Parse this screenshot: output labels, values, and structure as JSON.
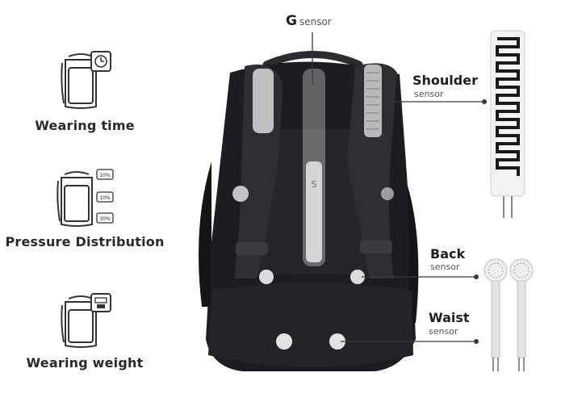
{
  "features": [
    {
      "label": "Wearing time",
      "icon": "clock-icon"
    },
    {
      "label": "Pressure Distribution",
      "icon": "pressure-bubbles-icon",
      "bubbles": [
        "10%",
        "10%",
        "30%"
      ]
    },
    {
      "label": "Wearing weight",
      "icon": "scale-icon"
    }
  ],
  "sensors": {
    "g": {
      "title": "G",
      "sub": "sensor"
    },
    "shoulder": {
      "title": "Shoulder",
      "sub": "sensor"
    },
    "back": {
      "title": "Back",
      "sub": "sensor"
    },
    "waist": {
      "title": "Waist",
      "sub": "sensor"
    }
  },
  "backpack_mark": "S",
  "colors": {
    "backpack": "#1c1d20",
    "strap": "#2b2c30",
    "glow": "#e8e8e8",
    "line": "#3a3a3a"
  }
}
